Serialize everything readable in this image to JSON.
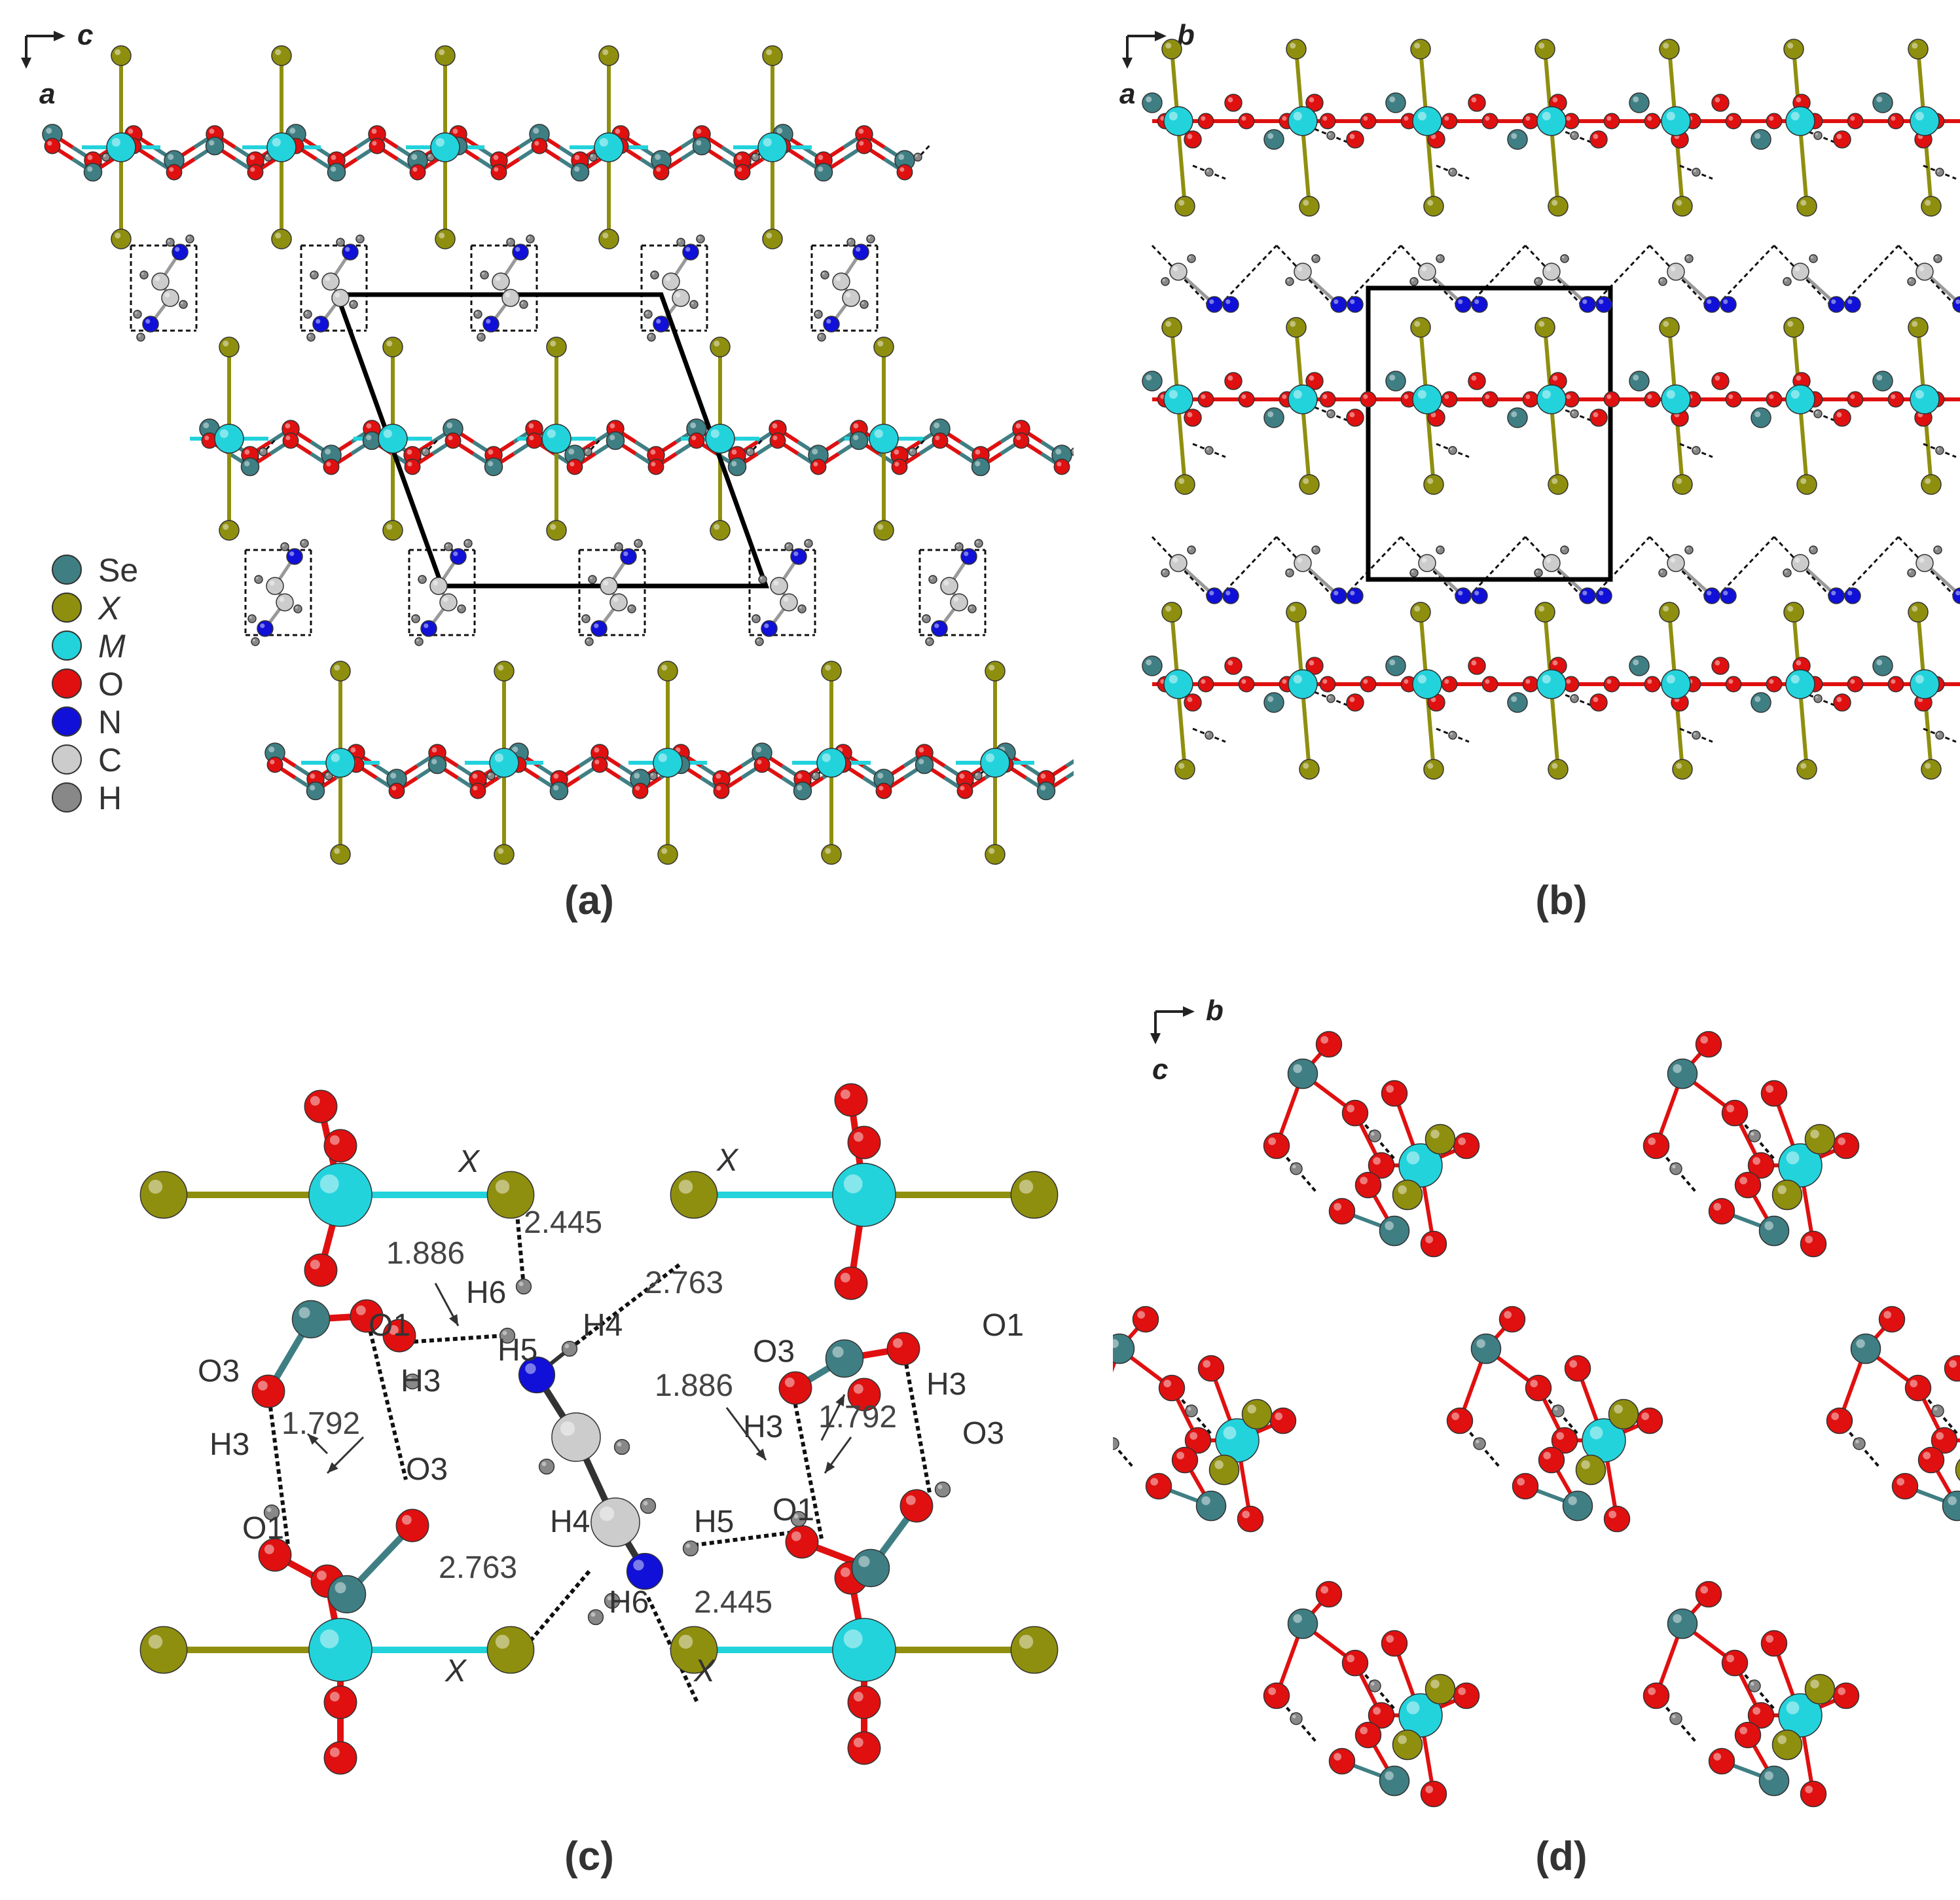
{
  "figure": {
    "captions": {
      "a": "(a)",
      "b": "(b)",
      "c": "(c)",
      "d": "(d)"
    },
    "axes": {
      "a": {
        "horizontal": "c",
        "vertical": "a"
      },
      "b": {
        "horizontal": "b",
        "vertical": "a"
      },
      "d": {
        "horizontal": "b",
        "vertical": "c"
      }
    },
    "legend": [
      {
        "label": "Se",
        "color": "#3f7f84",
        "italic": false
      },
      {
        "label": "X",
        "color": "#8f8f0f",
        "italic": true
      },
      {
        "label": "M",
        "color": "#22d3dc",
        "italic": true
      },
      {
        "label": "O",
        "color": "#e01010",
        "italic": false
      },
      {
        "label": "N",
        "color": "#1010d8",
        "italic": false
      },
      {
        "label": "C",
        "color": "#cccccc",
        "italic": false
      },
      {
        "label": "H",
        "color": "#888888",
        "italic": false
      }
    ],
    "distances": {
      "d1": "1.886",
      "d2": "2.445",
      "d3": "2.763",
      "d4": "1.792",
      "d5": "1.886",
      "d6": "1.792",
      "d7": "2.763",
      "d8": "2.445"
    },
    "atom_labels": {
      "x1": "X",
      "x2": "X",
      "x3": "X",
      "x4": "X",
      "o1a": "O1",
      "o1b": "O1",
      "o1c": "O1",
      "o1d": "O1",
      "o3a": "O3",
      "o3b": "O3",
      "o3c": "O3",
      "o3d": "O3",
      "h3a": "H3",
      "h3b": "H3",
      "h3c": "H3",
      "h3d": "H3",
      "h4a": "H4",
      "h4b": "H4",
      "h5a": "H5",
      "h5b": "H5",
      "h6a": "H6",
      "h6b": "H6"
    },
    "colors": {
      "se": "#3f7f84",
      "x": "#8f8f0f",
      "m": "#22d3dc",
      "o": "#e01010",
      "n": "#1010d8",
      "c": "#cccccc",
      "h": "#888888",
      "cell": "#000000"
    }
  }
}
